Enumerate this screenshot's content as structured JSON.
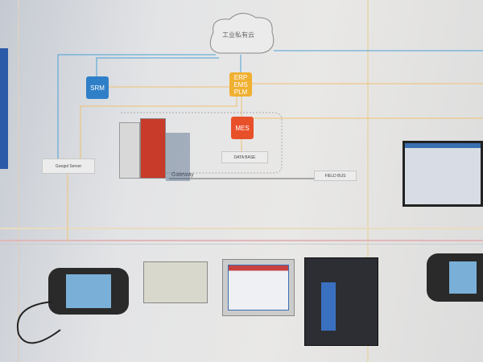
{
  "diagram": {
    "cloud_label": "工业私有云",
    "nodes": {
      "srm": "SRM",
      "erp": [
        "ERP",
        "EMS",
        "PLM"
      ],
      "mes": "MES"
    },
    "labels": {
      "server": "Googol Server",
      "database": "DATA BASE",
      "gateway": "Gateway",
      "fieldbus": "FIELD BUS"
    }
  },
  "colors": {
    "srm": "#2f7fc8",
    "erp": "#f0b030",
    "mes": "#e8502a",
    "blue_line": "#4aa0d8",
    "orange_line": "#f0c070"
  }
}
